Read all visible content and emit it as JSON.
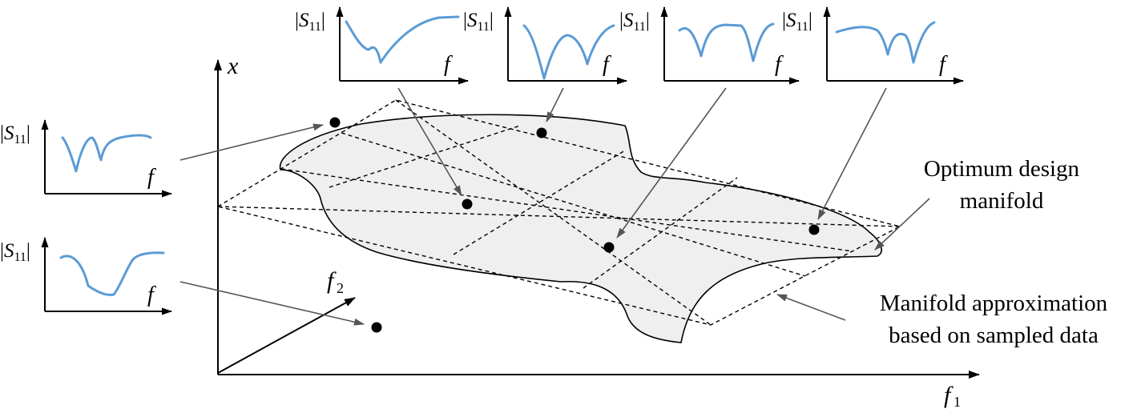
{
  "axes": {
    "x": "x",
    "f1": "f",
    "f1_sub": "1",
    "f2": "f",
    "f2_sub": "2"
  },
  "plot_labels": {
    "s_prefix": "|",
    "s_var": "S",
    "s_sub": "11",
    "s_suffix": "|",
    "freq": "f"
  },
  "labels": {
    "manifold_line1": "Optimum design",
    "manifold_line2": "manifold",
    "approx_line1": "Manifold approximation",
    "approx_line2": "based on sampled data"
  },
  "colors": {
    "curve": "#5b9bd5",
    "manifold_fill": "#efefef",
    "arrow": "#555555"
  }
}
